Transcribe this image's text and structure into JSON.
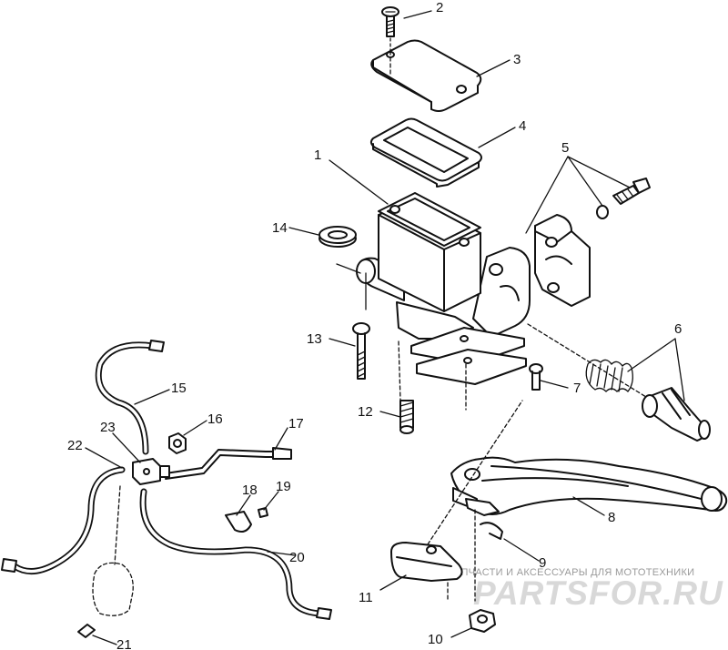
{
  "callouts": [
    {
      "id": "c1",
      "label": "1"
    },
    {
      "id": "c2",
      "label": "2"
    },
    {
      "id": "c3",
      "label": "3"
    },
    {
      "id": "c4",
      "label": "4"
    },
    {
      "id": "c5",
      "label": "5"
    },
    {
      "id": "c6",
      "label": "6"
    },
    {
      "id": "c7",
      "label": "7"
    },
    {
      "id": "c8",
      "label": "8"
    },
    {
      "id": "c9",
      "label": "9"
    },
    {
      "id": "c10",
      "label": "10"
    },
    {
      "id": "c11",
      "label": "11"
    },
    {
      "id": "c12",
      "label": "12"
    },
    {
      "id": "c13",
      "label": "13"
    },
    {
      "id": "c14",
      "label": "14"
    },
    {
      "id": "c15",
      "label": "15"
    },
    {
      "id": "c16",
      "label": "16"
    },
    {
      "id": "c17",
      "label": "17"
    },
    {
      "id": "c18",
      "label": "18"
    },
    {
      "id": "c19",
      "label": "19"
    },
    {
      "id": "c20",
      "label": "20"
    },
    {
      "id": "c21",
      "label": "21"
    },
    {
      "id": "c22",
      "label": "22"
    },
    {
      "id": "c23",
      "label": "23"
    }
  ],
  "watermark": {
    "tagline": "ЗАПЧАСТИ И АКСЕССУАРЫ ДЛЯ МОТОТЕХНИКИ",
    "brand": "PARTSFOR.RU"
  }
}
